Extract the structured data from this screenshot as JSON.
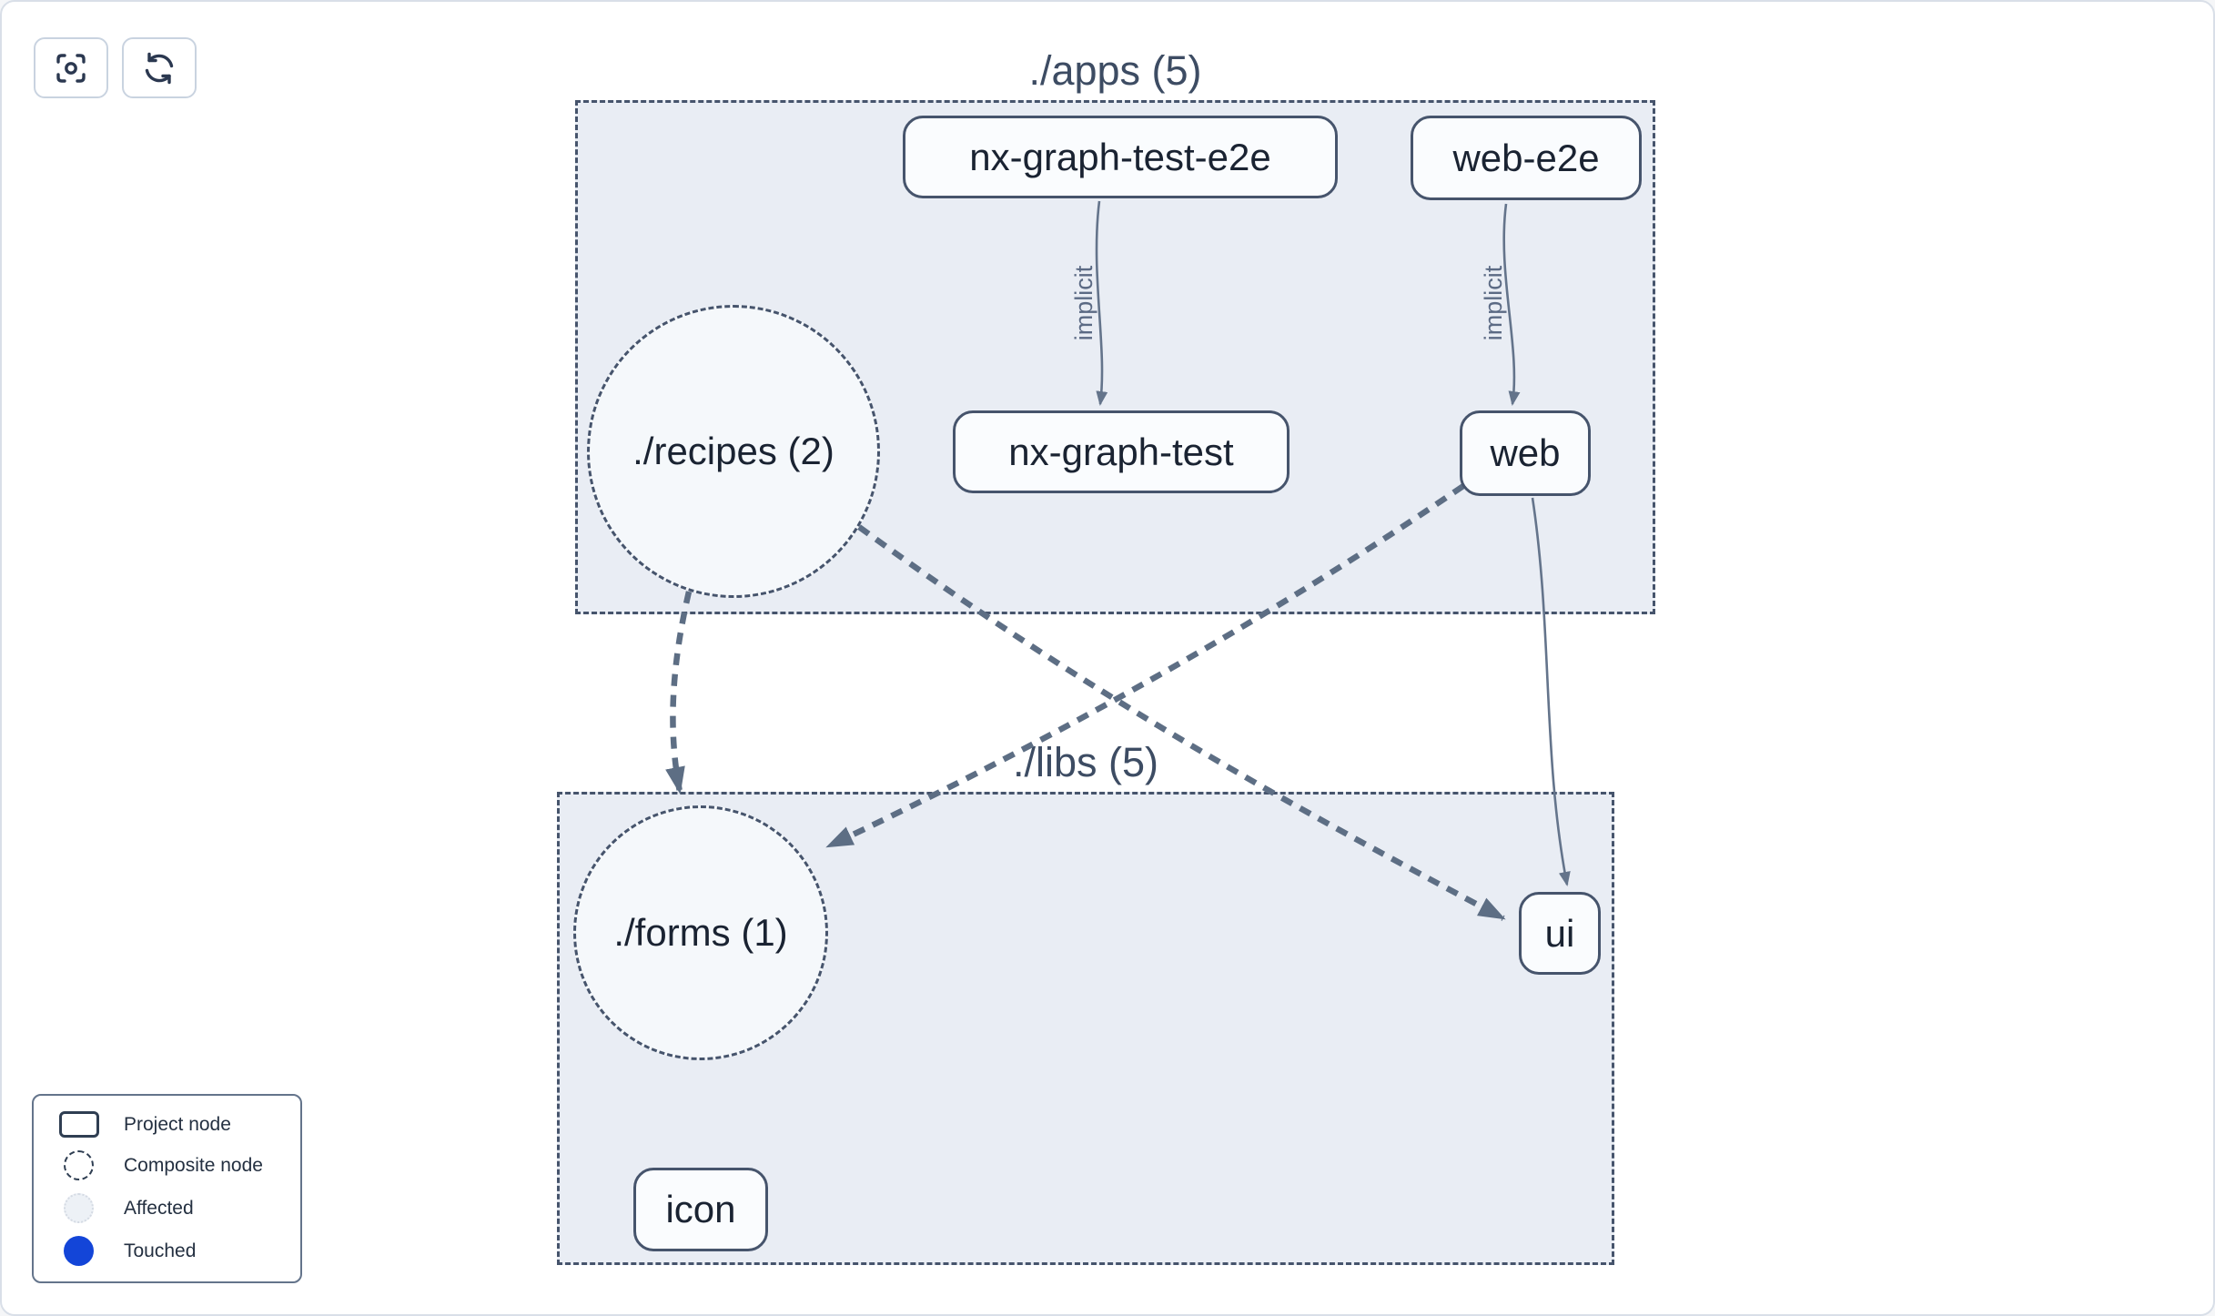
{
  "toolbar": {
    "buttons": [
      {
        "icon": "focus-icon"
      },
      {
        "icon": "refresh-icon"
      }
    ]
  },
  "graph": {
    "groups": [
      {
        "id": "apps",
        "title": "./apps (5)"
      },
      {
        "id": "libs",
        "title": "./libs (5)"
      }
    ],
    "project_nodes": [
      {
        "label": "nx-graph-test-e2e"
      },
      {
        "label": "web-e2e"
      },
      {
        "label": "nx-graph-test"
      },
      {
        "label": "web"
      },
      {
        "label": "ui"
      },
      {
        "label": "icon"
      }
    ],
    "composite_nodes": [
      {
        "label": "./recipes (2)"
      },
      {
        "label": "./forms (1)"
      }
    ],
    "edges": [
      {
        "source": "nx-graph-test-e2e",
        "target": "nx-graph-test",
        "label": "implicit",
        "style": "solid-thin"
      },
      {
        "source": "web-e2e",
        "target": "web",
        "label": "implicit",
        "style": "solid-thin"
      },
      {
        "source": "web",
        "target": "ui",
        "label": "",
        "style": "solid-thin"
      },
      {
        "source": "./recipes (2)",
        "target": "./forms (1)",
        "label": "",
        "style": "dashed-thick"
      },
      {
        "source": "./recipes (2)",
        "target": "ui",
        "label": "",
        "style": "dashed-thick"
      },
      {
        "source": "web",
        "target": "./forms (1)",
        "label": "",
        "style": "dashed-thick"
      }
    ]
  },
  "legend": {
    "items": [
      {
        "swatch": "project-node",
        "label": "Project node"
      },
      {
        "swatch": "composite-node",
        "label": "Composite node"
      },
      {
        "swatch": "affected",
        "label": "Affected"
      },
      {
        "swatch": "touched",
        "label": "Touched"
      }
    ]
  },
  "colors": {
    "touched_blue": "#1345d8",
    "group_fill": "#e9edf4",
    "edge_slate": "#5d6e84",
    "node_border": "#46546c"
  }
}
